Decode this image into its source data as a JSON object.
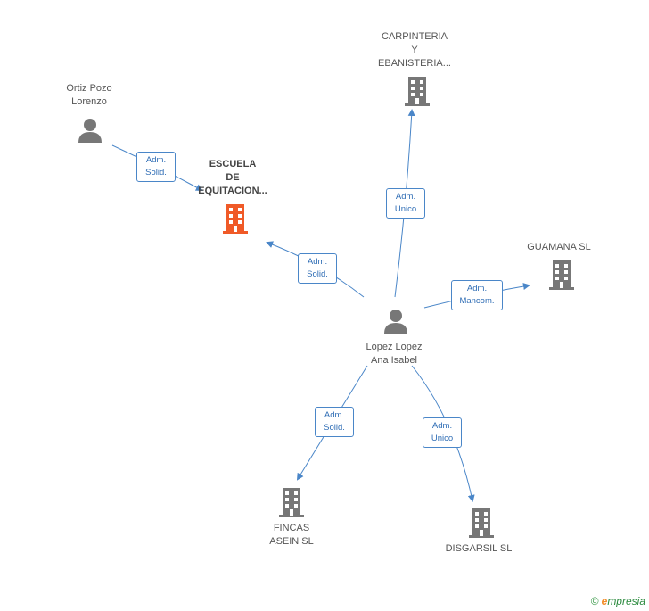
{
  "nodes": {
    "ortiz": {
      "label": "Ortiz Pozo\nLorenzo",
      "icon": "person-icon"
    },
    "escuela": {
      "label": "ESCUELA\nDE\nEQUITACION...",
      "icon": "building-icon",
      "color": "#f05a28"
    },
    "carpinteria": {
      "label": "CARPINTERIA\nY\nEBANISTERIA...",
      "icon": "building-icon"
    },
    "guamana": {
      "label": "GUAMANA SL",
      "icon": "building-icon"
    },
    "lopez": {
      "label": "Lopez Lopez\nAna Isabel",
      "icon": "person-icon"
    },
    "fincas": {
      "label": "FINCAS\nASEIN SL",
      "icon": "building-icon"
    },
    "disgarsil": {
      "label": "DISGARSIL SL",
      "icon": "building-icon"
    }
  },
  "edges": {
    "ortiz_escuela": "Adm.\nSolid.",
    "lopez_escuela": "Adm.\nSolid.",
    "lopez_carpinteria": "Adm.\nUnico",
    "lopez_guamana": "Adm.\nMancom.",
    "lopez_fincas": "Adm.\nSolid.",
    "lopez_disgarsil": "Adm.\nUnico"
  },
  "colors": {
    "edge": "#4a86c8",
    "icon": "#777777",
    "focus": "#f05a28"
  },
  "brand": {
    "copyright": "©",
    "initial": "e",
    "rest": "mpresia"
  }
}
